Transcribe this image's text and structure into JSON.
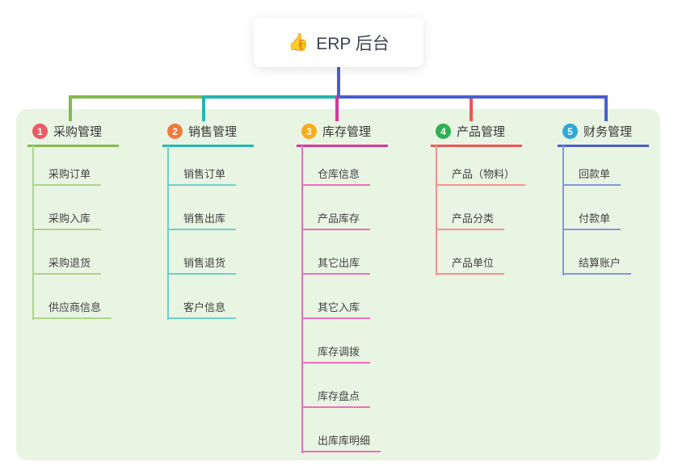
{
  "root": {
    "emoji": "👍",
    "label": "ERP 后台"
  },
  "colors": {
    "page_background": "#ffffff",
    "panel_background": "#E9F5E3",
    "root_line": "#4A5FD0",
    "text": "#3d4351"
  },
  "branches": [
    {
      "index": "1",
      "title": "采购管理",
      "badge_color": "#EE5866",
      "line_color": "#84BB4D",
      "child_line_color": "#ACD488",
      "children": [
        "采购订单",
        "采购入库",
        "采购退货",
        "供应商信息"
      ]
    },
    {
      "index": "2",
      "title": "销售管理",
      "badge_color": "#F07B3D",
      "line_color": "#23B6AC",
      "child_line_color": "#6FCFC7",
      "children": [
        "销售订单",
        "销售出库",
        "销售退货",
        "客户信息"
      ]
    },
    {
      "index": "3",
      "title": "库存管理",
      "badge_color": "#F6AC1D",
      "line_color": "#D8379C",
      "child_line_color": "#ED6FBB",
      "children": [
        "仓库信息",
        "产品库存",
        "其它出库",
        "其它入库",
        "库存调拨",
        "库存盘点",
        "出库库明细"
      ]
    },
    {
      "index": "4",
      "title": "产品管理",
      "badge_color": "#2FB054",
      "line_color": "#F25456",
      "child_line_color": "#F79091",
      "children": [
        "产品（物料）",
        "产品分类",
        "产品单位"
      ]
    },
    {
      "index": "5",
      "title": "财务管理",
      "badge_color": "#2FA8D8",
      "line_color": "#4A5FD0",
      "child_line_color": "#8495E0",
      "children": [
        "回款单",
        "付款单",
        "结算账户"
      ]
    }
  ]
}
